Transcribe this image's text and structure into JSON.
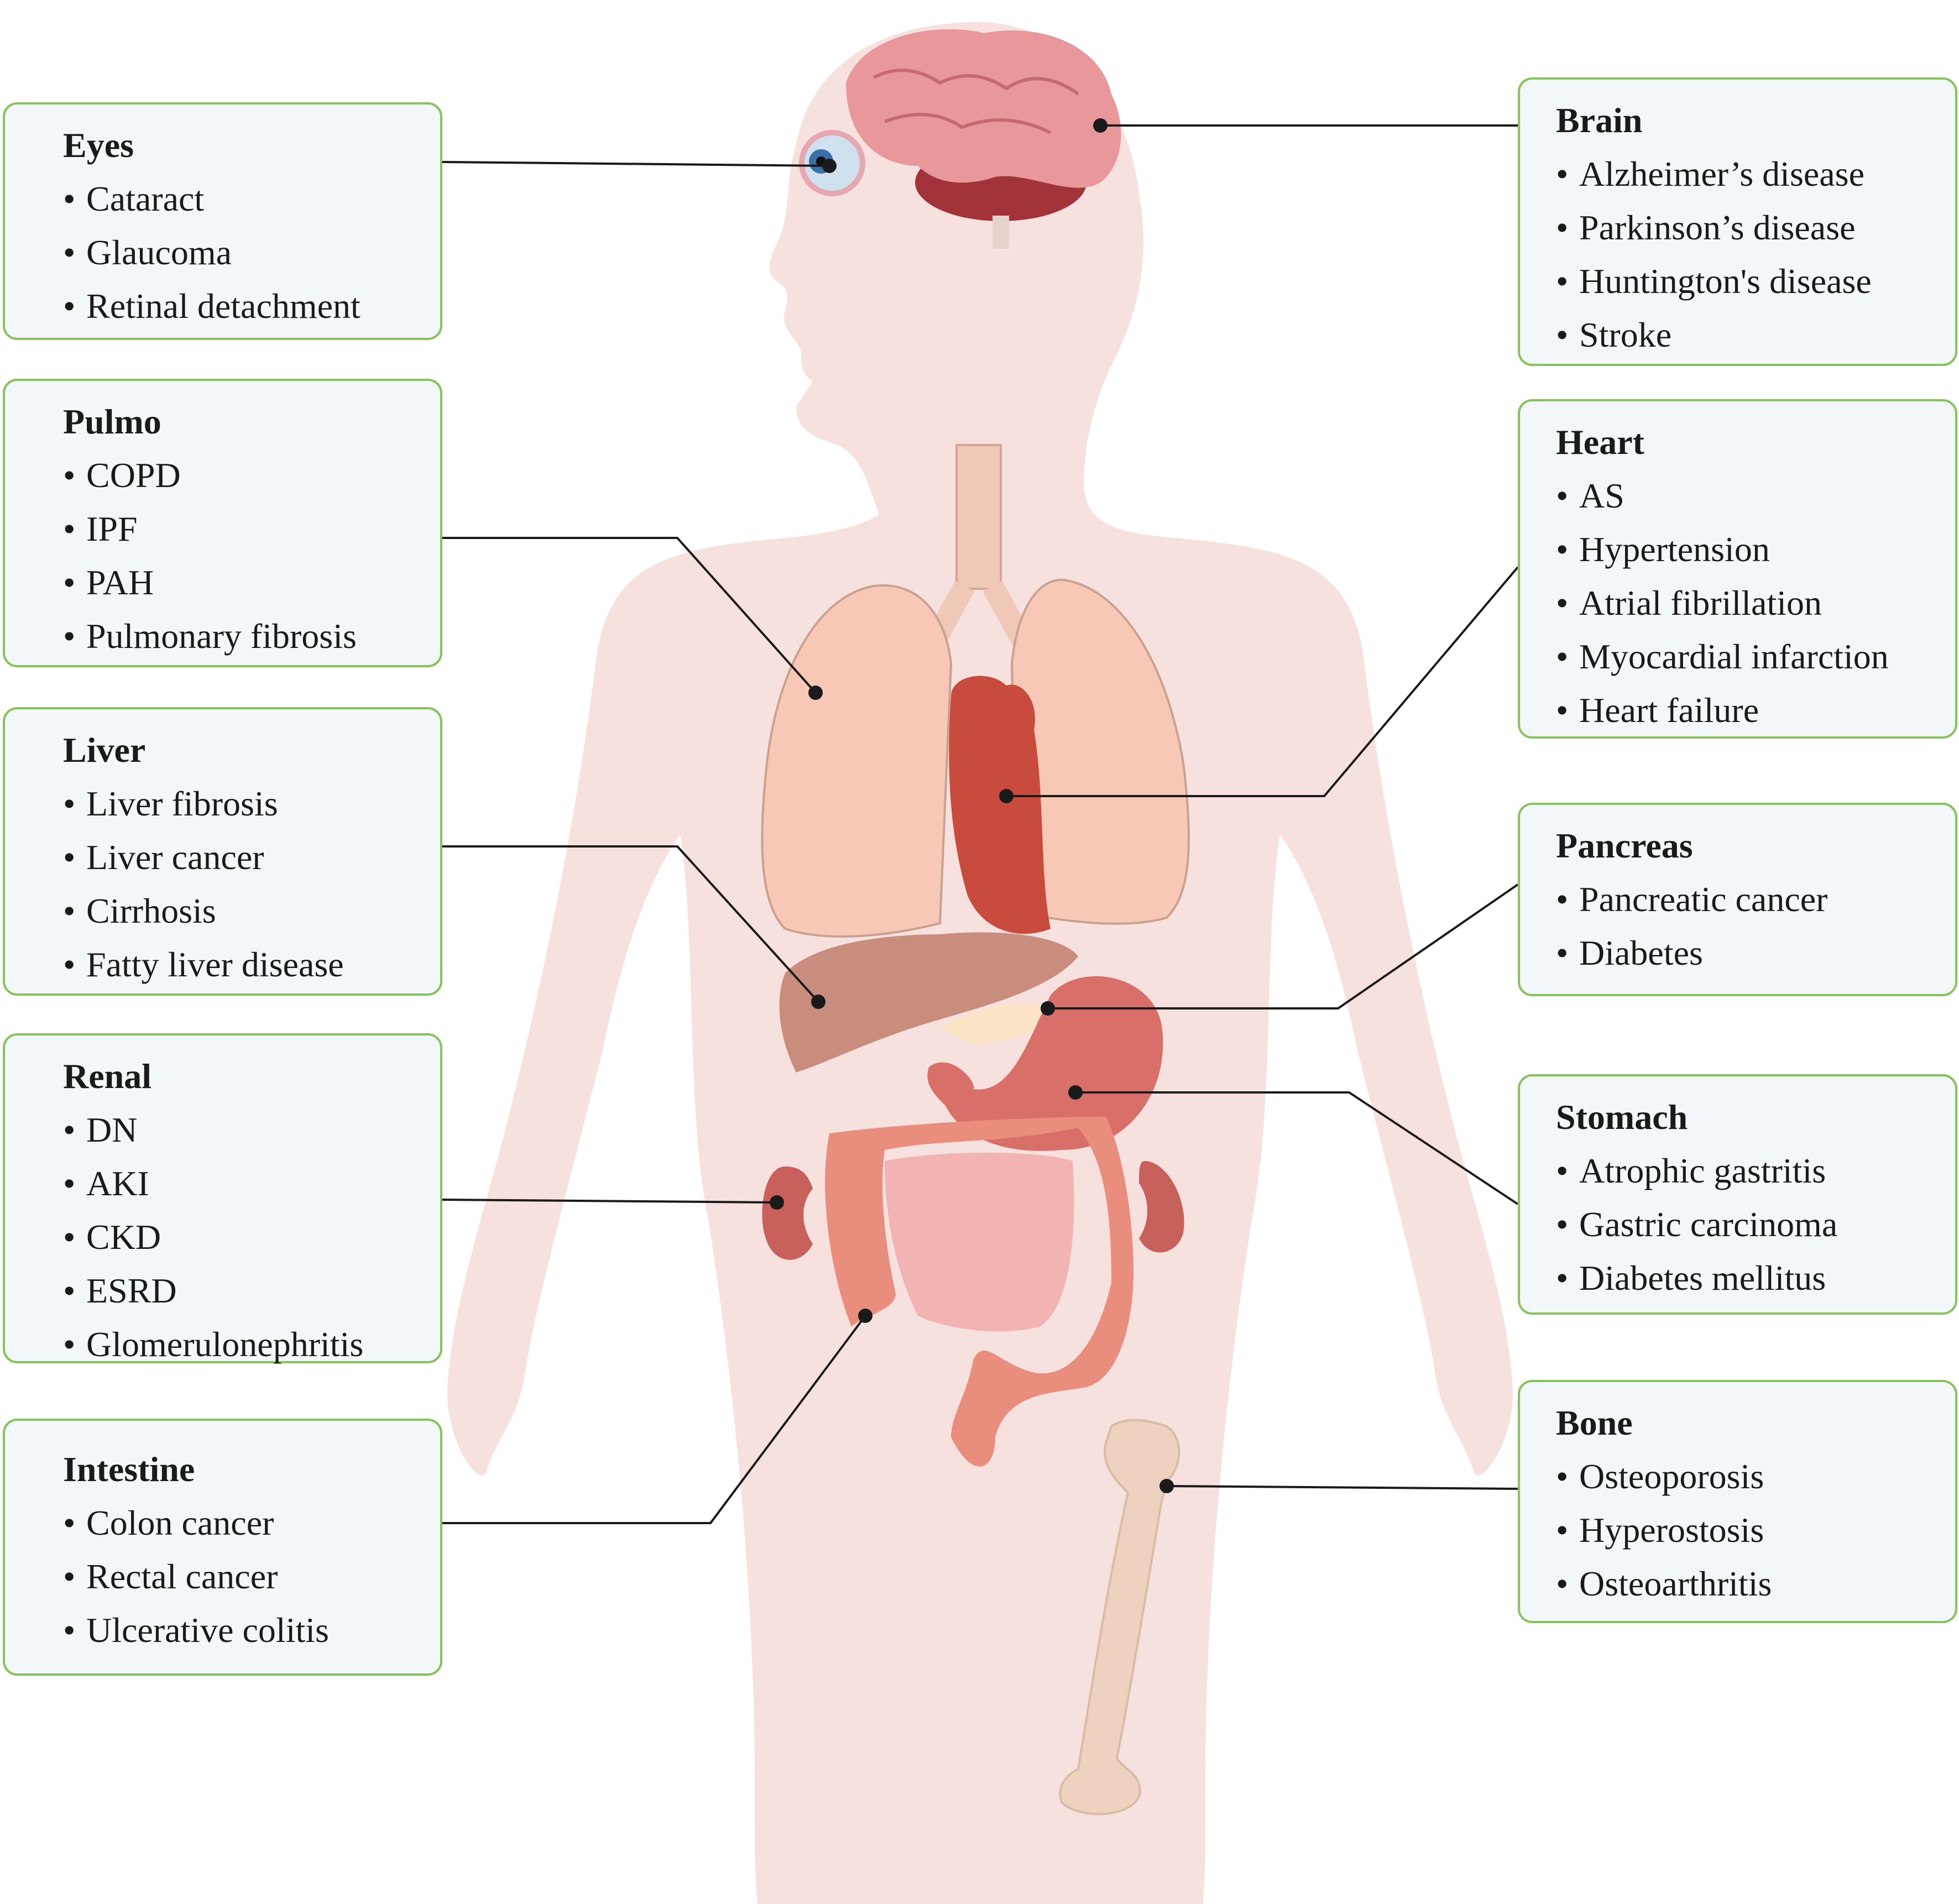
{
  "organs": {
    "eyes": {
      "title": "Eyes",
      "items": [
        "Cataract",
        "Glaucoma",
        "Retinal detachment"
      ]
    },
    "pulmo": {
      "title": "Pulmo",
      "items": [
        "COPD",
        "IPF",
        "PAH",
        "Pulmonary fibrosis"
      ]
    },
    "liver": {
      "title": "Liver",
      "items": [
        "Liver fibrosis",
        "Liver cancer",
        "Cirrhosis",
        "Fatty liver disease"
      ]
    },
    "renal": {
      "title": "Renal",
      "items": [
        "DN",
        "AKI",
        "CKD",
        "ESRD",
        "Glomerulonephritis"
      ]
    },
    "intestine": {
      "title": "Intestine",
      "items": [
        "Colon cancer",
        "Rectal cancer",
        "Ulcerative colitis"
      ]
    },
    "brain": {
      "title": "Brain",
      "items": [
        "Alzheimer’s disease",
        "Parkinson’s disease",
        "Huntington's disease",
        "Stroke"
      ]
    },
    "heart": {
      "title": "Heart",
      "items": [
        "AS",
        "Hypertension",
        "Atrial fibrillation",
        "Myocardial infarction",
        "Heart failure"
      ]
    },
    "pancreas": {
      "title": "Pancreas",
      "items": [
        "Pancreatic cancer",
        "Diabetes"
      ]
    },
    "stomach": {
      "title": "Stomach",
      "items": [
        "Atrophic gastritis",
        "Gastric carcinoma",
        "Diabetes mellitus"
      ]
    },
    "bone": {
      "title": "Bone",
      "items": [
        "Osteoporosis",
        "Hyperostosis",
        "Osteoarthritis"
      ]
    }
  },
  "colors": {
    "box_border": "#86c35a",
    "box_fill": "#f2f8f9",
    "body_silhouette": "#f7e1de",
    "connector": "#1a1a1a"
  }
}
